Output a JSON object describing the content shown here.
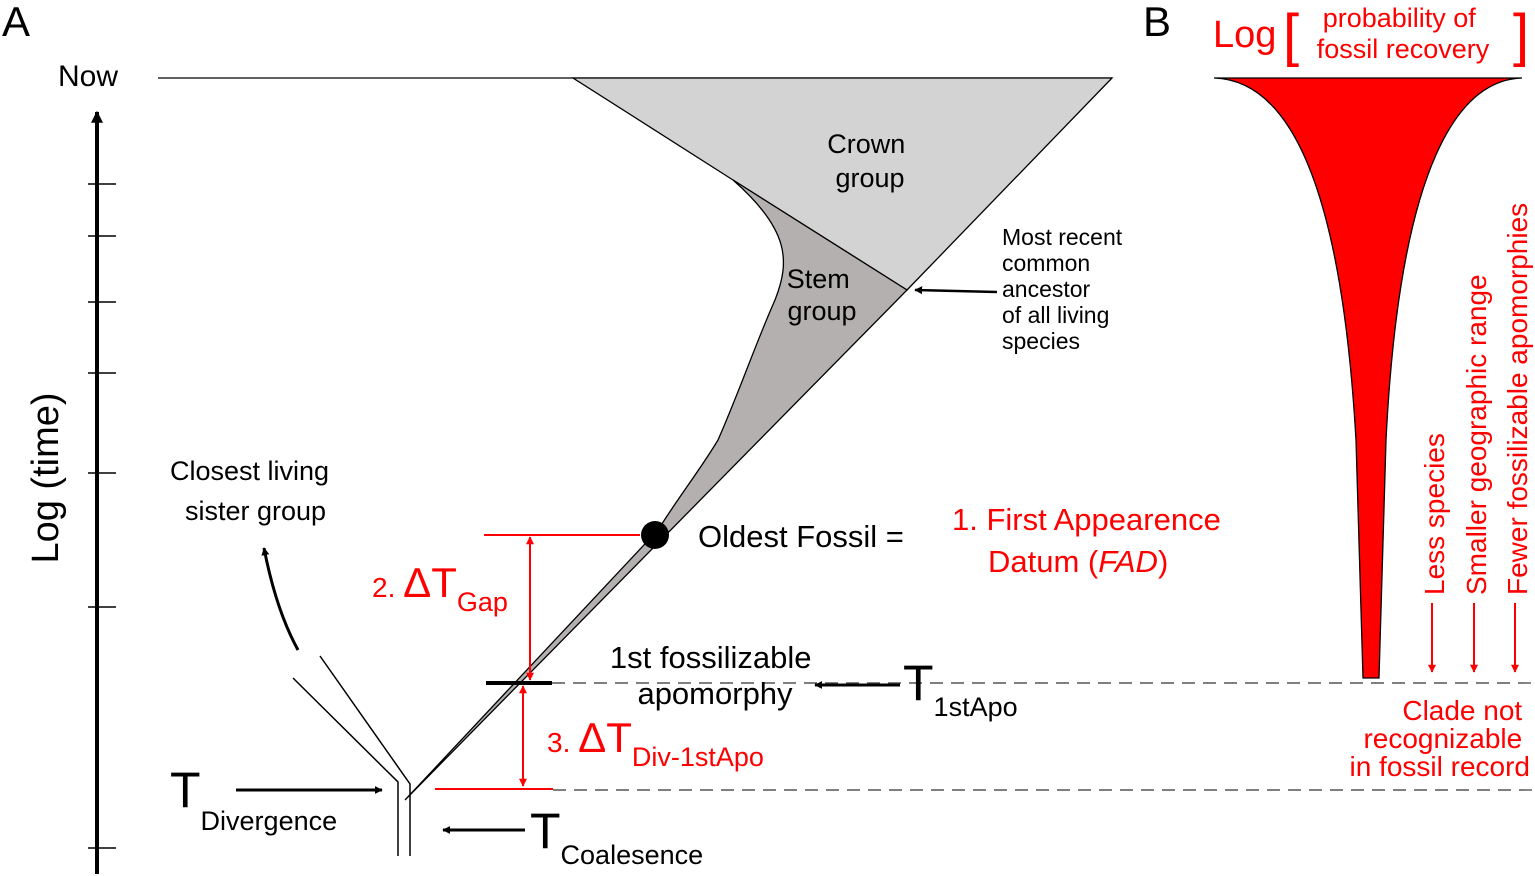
{
  "colors": {
    "red": "#ff0000",
    "black": "#000000",
    "crown_fill": "#d3d3d3",
    "stem_fill": "#b4b0b0"
  },
  "panel_a": {
    "letter": "A",
    "now": "Now",
    "axis_label": "Log (time)",
    "crown": [
      "Crown",
      "group"
    ],
    "stem": [
      "Stem",
      "group"
    ],
    "mrca": [
      "Most recent",
      "common",
      "ancestor",
      "of all living",
      "species"
    ],
    "sister": [
      "Closest living",
      "sister group"
    ],
    "oldest_fossil": "Oldest Fossil =",
    "fad": {
      "line1": "1. First Appearence",
      "line2_pre": "Datum (",
      "line2_em": "FAD",
      "line2_post": ")"
    },
    "gap": {
      "prefix": "2. ",
      "delta": "ΔT",
      "sub": "Gap"
    },
    "div_apo": {
      "prefix": "3. ",
      "delta": "ΔT",
      "sub": "Div-1stApo"
    },
    "apomorphy": [
      "1st fossilizable",
      "apomorphy"
    ],
    "t_1stapo": {
      "main": "T",
      "sub": "1stApo"
    },
    "t_divergence": {
      "main": "T",
      "sub": "Divergence"
    },
    "t_coalesence": {
      "main": "T",
      "sub": "Coalesence"
    }
  },
  "panel_b": {
    "letter": "B",
    "log": "Log",
    "probability": [
      "probability of",
      "fossil recovery"
    ],
    "factors": [
      "Less species",
      "Smaller geographic range",
      "Fewer fossilizable apomorphies"
    ],
    "not_recognizable": [
      "Clade not",
      "recognizable",
      "in fossil record"
    ]
  }
}
